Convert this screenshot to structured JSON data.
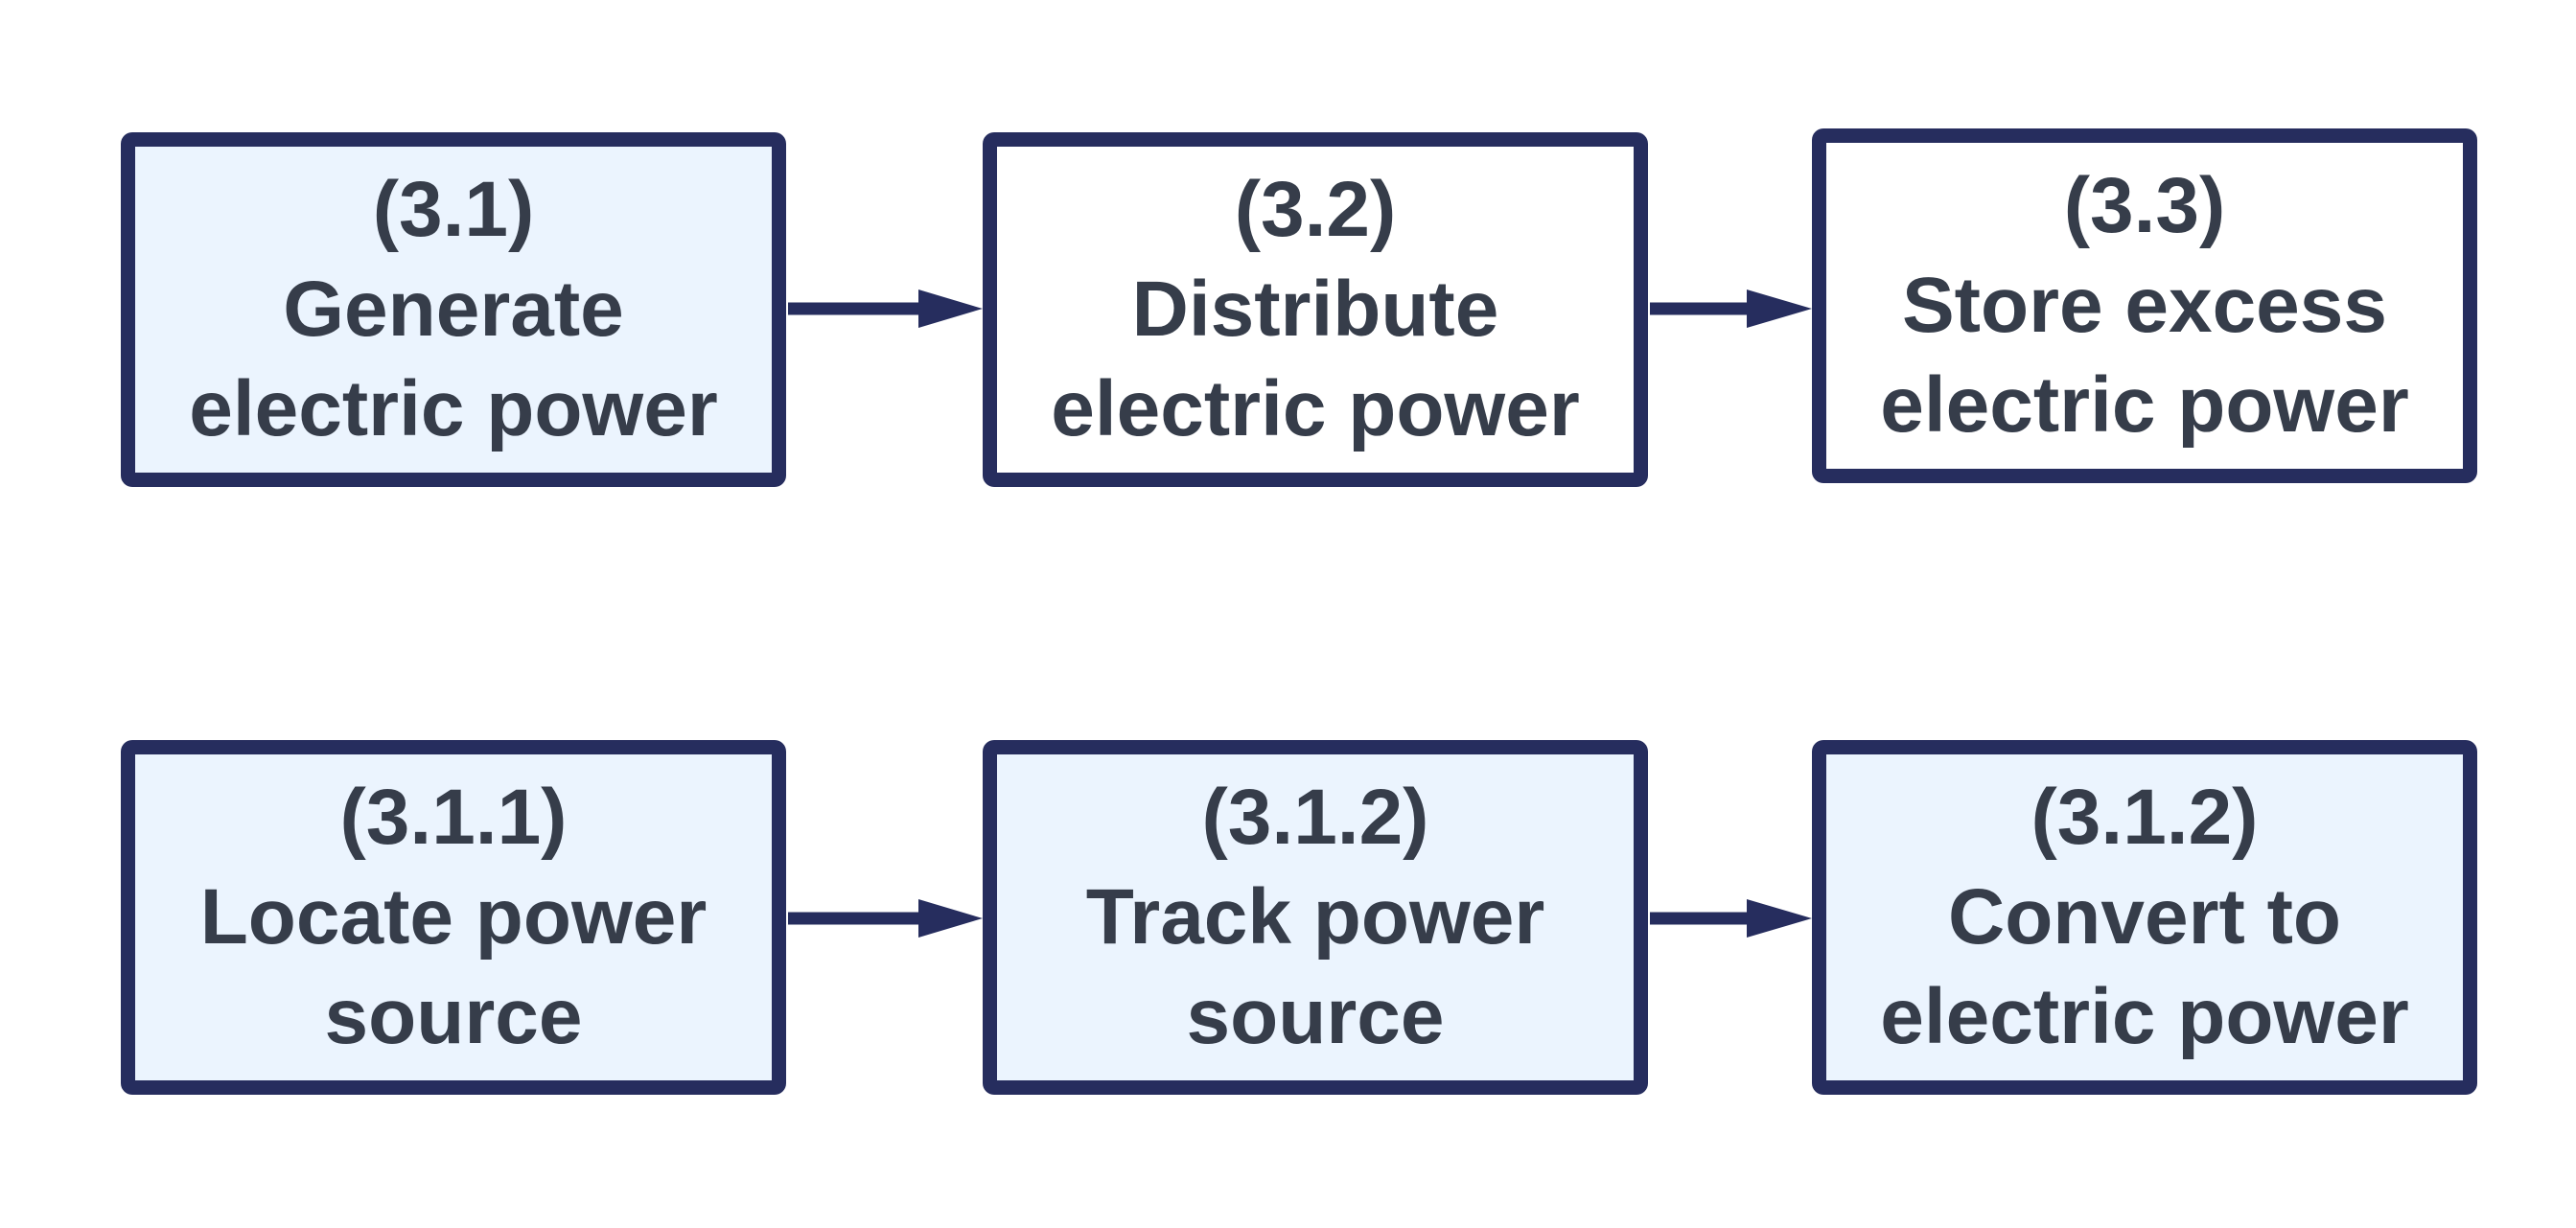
{
  "colors": {
    "border": "#262d5e",
    "highlight_fill": "#ebf4fe",
    "plain_fill": "#ffffff",
    "text": "#363d4a",
    "arrow": "#262d5e"
  },
  "rows": [
    {
      "boxes": [
        {
          "number": "(3.1)",
          "label": "Generate\nelectric power",
          "highlighted": true
        },
        {
          "number": "(3.2)",
          "label": "Distribute\nelectric power",
          "highlighted": false
        },
        {
          "number": "(3.3)",
          "label": "Store excess\nelectric power",
          "highlighted": false
        }
      ]
    },
    {
      "boxes": [
        {
          "number": "(3.1.1)",
          "label": "Locate power\nsource",
          "highlighted": true
        },
        {
          "number": "(3.1.2)",
          "label": "Track power\nsource",
          "highlighted": true
        },
        {
          "number": "(3.1.2)",
          "label": "Convert to\nelectric power",
          "highlighted": true
        }
      ]
    }
  ]
}
